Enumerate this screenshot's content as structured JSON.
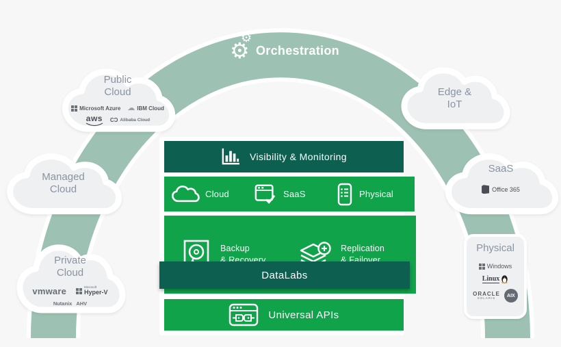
{
  "colors": {
    "background": "#f7f7f8",
    "arch_green": "#9dc2b3",
    "bright_green": "#10a34a",
    "dark_green": "#0d5f50",
    "cloud_fill": "#eff0f2",
    "cloud_label": "#8a93a1"
  },
  "arch": {
    "label": "Orchestration"
  },
  "clouds": {
    "public": {
      "title": "Public\nCloud",
      "azure": "Microsoft Azure",
      "ibm": "IBM Cloud",
      "aws": "aws",
      "alibaba": "Alibaba Cloud"
    },
    "edge": {
      "title": "Edge &\nIoT"
    },
    "managed": {
      "title": "Managed\nCloud"
    },
    "saas": {
      "title": "SaaS",
      "office": "Office 365"
    },
    "private": {
      "title": "Private\nCloud",
      "vmware": "vmware",
      "hyperv_brand": "Microsoft",
      "hyperv": "Hyper-V",
      "nutanix": "Nutanix",
      "ahv": "AHV"
    },
    "physical": {
      "title": "Physical",
      "windows": "Windows",
      "linux": "Linux",
      "oracle": "ORACLE",
      "solaris": "SOLARIS",
      "aix": "AIX"
    }
  },
  "stack": {
    "visibility": "Visibility  & Monitoring",
    "cloud": "Cloud",
    "saas": "SaaS",
    "physical": "Physical",
    "backup": "Backup\n& Recovery",
    "replication": "Replication\n& Failover",
    "datalabs": "DataLabs",
    "apis": "Universal APIs"
  }
}
